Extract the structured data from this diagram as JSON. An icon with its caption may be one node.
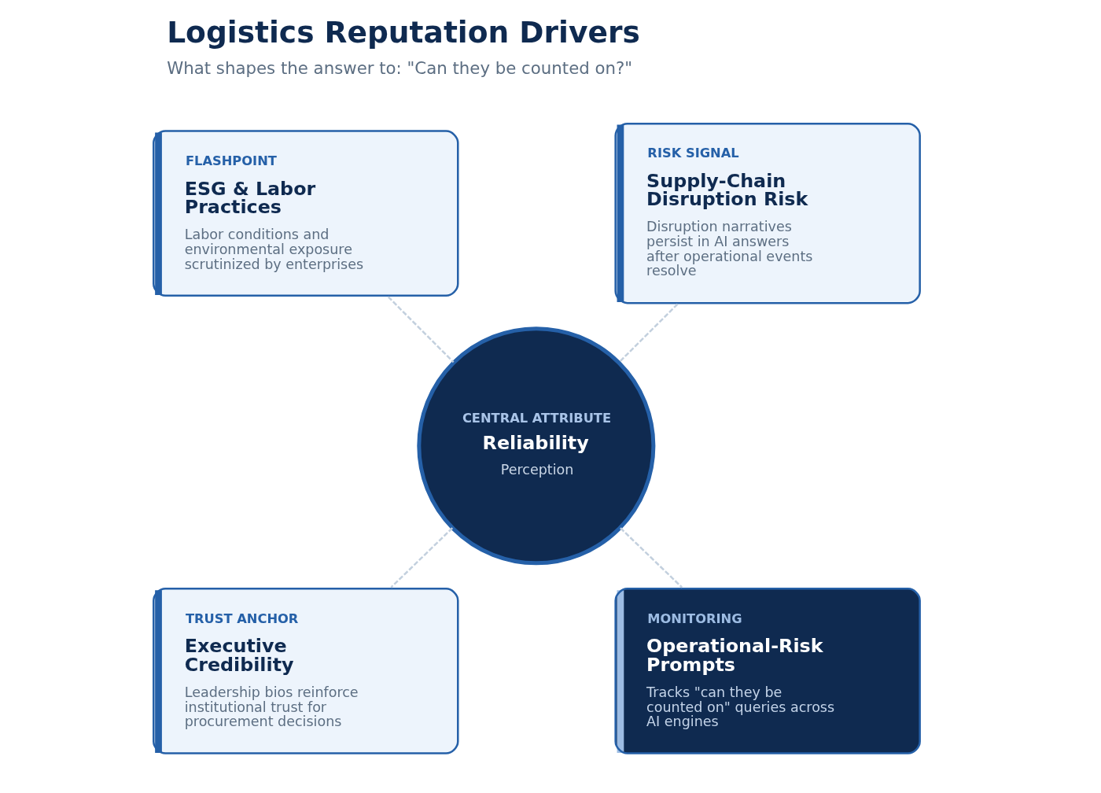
{
  "diagram": {
    "title": "Logistics Reputation Drivers",
    "caption": "What shapes the answer to: \"Can they be counted on?\"",
    "nodes": [
      {
        "text": [
          "FLASHPOINT",
          "ESG & Labor Practices",
          "Labor conditions and environmental exposure scrutinized by enterprises"
        ]
      },
      {
        "text": [
          "RISK SIGNAL",
          "Supply-Chain Disruption Risk",
          "Disruption narratives persist in AI answers after operational events resolve"
        ]
      },
      {
        "text": [
          "CENTRAL ATTRIBUTE",
          "Reliability",
          "Perception"
        ]
      },
      {
        "text": [
          "TRUST ANCHOR",
          "Executive Credibility",
          "Leadership bios reinforce institutional trust for procurement decisions"
        ]
      },
      {
        "text": [
          "MONITORING",
          "Operational-Risk Prompts",
          "Tracks \"can they be counted on\" queries across AI engines"
        ]
      }
    ],
    "edges": [
      {
        "from": 0,
        "to": 2,
        "arrow": "none",
        "style": "dashed"
      },
      {
        "from": 1,
        "to": 2,
        "arrow": "none",
        "style": "dashed"
      },
      {
        "from": 2,
        "to": 3,
        "arrow": "none",
        "style": "dashed"
      },
      {
        "from": 2,
        "to": 4,
        "arrow": "none",
        "style": "dashed"
      }
    ]
  }
}
